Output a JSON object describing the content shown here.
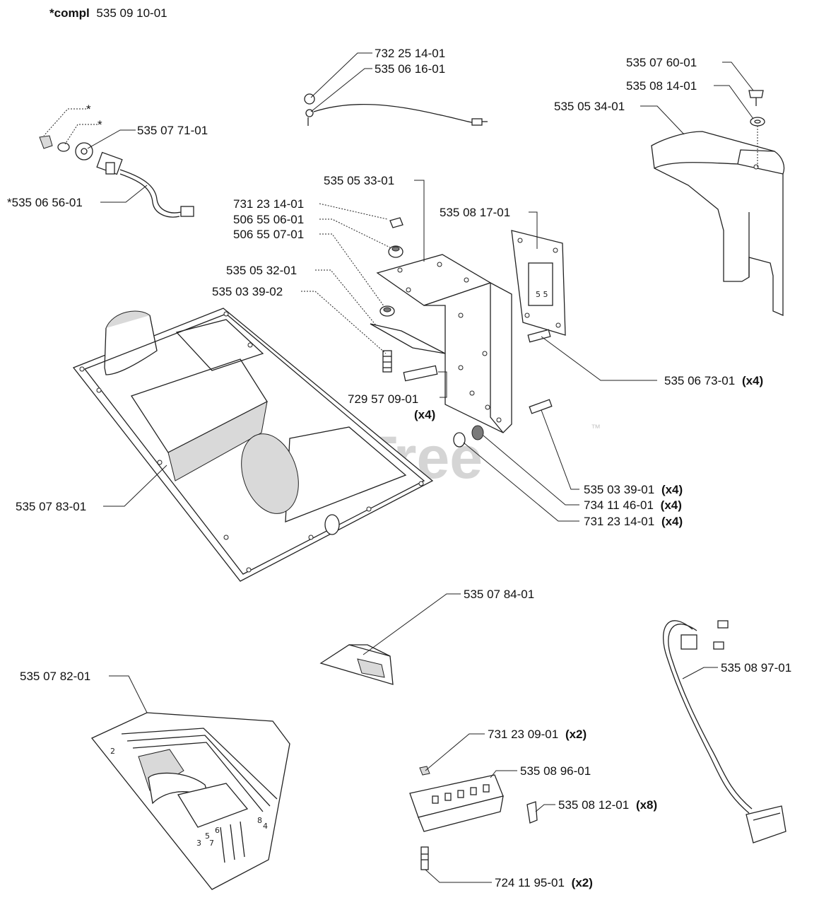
{
  "title": {
    "prefix": "*compl",
    "number": "535 09 10-01"
  },
  "watermark": {
    "brand": "PartsTree",
    "trademark": "™",
    "color": "#c8c8c8"
  },
  "callouts": [
    {
      "id": "c1",
      "number": "732 25 14-01"
    },
    {
      "id": "c2",
      "number": "535 06 16-01"
    },
    {
      "id": "c3",
      "number": "535 07 60-01"
    },
    {
      "id": "c4",
      "number": "535 08 14-01"
    },
    {
      "id": "c5",
      "number": "535 05 34-01"
    },
    {
      "id": "c6a",
      "number": "*"
    },
    {
      "id": "c6b",
      "number": "*"
    },
    {
      "id": "c7",
      "number": "535 07 71-01"
    },
    {
      "id": "c8",
      "number": "*535 06 56-01"
    },
    {
      "id": "c9",
      "number": "535 05 33-01"
    },
    {
      "id": "c10",
      "number": "731 23 14-01"
    },
    {
      "id": "c11",
      "number": "506 55 06-01"
    },
    {
      "id": "c12",
      "number": "506 55 07-01"
    },
    {
      "id": "c13",
      "number": "535 08 17-01"
    },
    {
      "id": "c14",
      "number": "535 05 32-01"
    },
    {
      "id": "c15",
      "number": "535 03 39-02"
    },
    {
      "id": "c16",
      "number": "535 06 73-01",
      "qty": "(x4)"
    },
    {
      "id": "c17",
      "number": "729 57 09-01",
      "qty": "(x4)"
    },
    {
      "id": "c18",
      "number": "535 07 83-01"
    },
    {
      "id": "c19",
      "number": "535 03 39-01",
      "qty": "(x4)"
    },
    {
      "id": "c20",
      "number": "734 11 46-01",
      "qty": "(x4)"
    },
    {
      "id": "c21",
      "number": "731 23 14-01",
      "qty": "(x4)"
    },
    {
      "id": "c22",
      "number": "535 07 84-01"
    },
    {
      "id": "c23",
      "number": "535 08 97-01"
    },
    {
      "id": "c24",
      "number": "535 07 82-01"
    },
    {
      "id": "c25",
      "number": "731 23 09-01",
      "qty": "(x2)"
    },
    {
      "id": "c26",
      "number": "535 08 96-01"
    },
    {
      "id": "c27",
      "number": "535 08 12-01",
      "qty": "(x8)"
    },
    {
      "id": "c28",
      "number": "724 11 95-01",
      "qty": "(x2)"
    }
  ],
  "panel_marks": [
    "2",
    "3",
    "4",
    "5",
    "6",
    "7",
    "8"
  ]
}
